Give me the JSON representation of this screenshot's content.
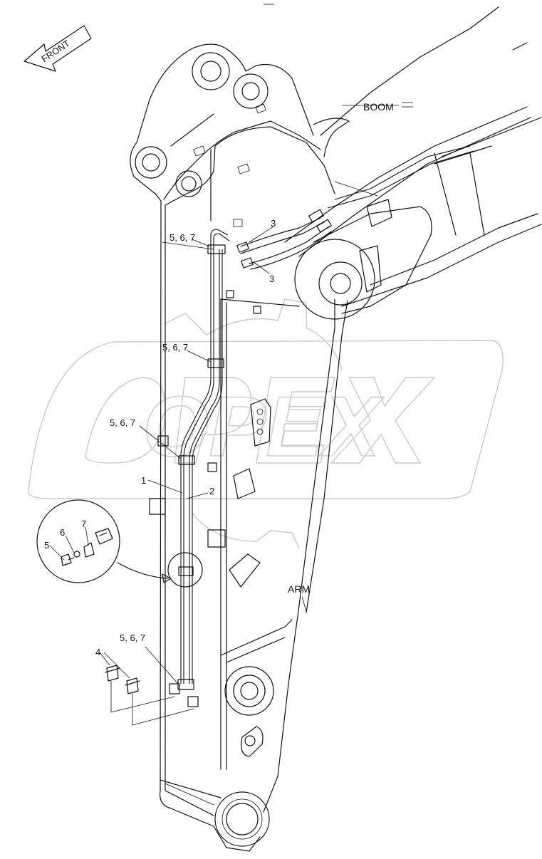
{
  "watermark": "OPEX",
  "direction_arrow": "FRONT",
  "labels": {
    "boom": "BOOM",
    "arm": "ARM",
    "ref_5_6_7": "5, 6, 7",
    "ref_1": "1",
    "ref_2": "2",
    "ref_3": "3",
    "ref_4": "4",
    "ref_5": "5",
    "ref_6": "6",
    "ref_7": "7"
  }
}
